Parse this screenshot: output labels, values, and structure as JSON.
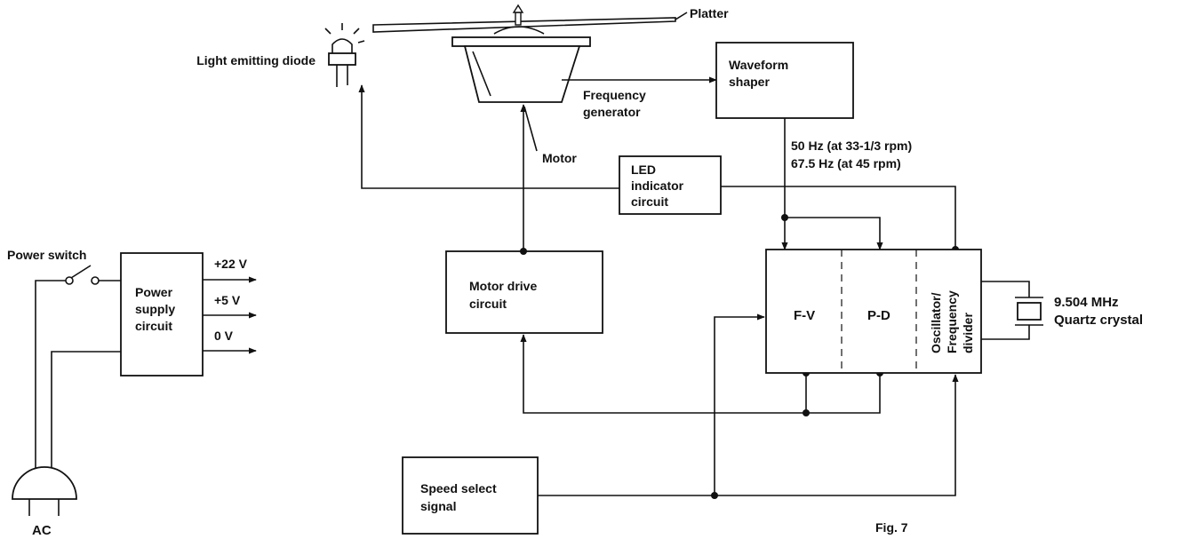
{
  "labels": {
    "platter": "Platter",
    "led": "Light emitting diode",
    "fg_line1": "Frequency",
    "fg_line2": "generator",
    "motor": "Motor",
    "freq_line1": "50 Hz (at 33-1/3 rpm)",
    "freq_line2": "67.5 Hz (at 45 rpm)",
    "power_switch": "Power switch",
    "v22": "+22 V",
    "v5": "+5 V",
    "v0": "0 V",
    "ac": "AC",
    "crystal_freq": "9.504 MHz",
    "crystal_name": "Quartz crystal",
    "fig": "Fig. 7"
  },
  "blocks": {
    "waveform": [
      "Waveform",
      "shaper"
    ],
    "led_ind": [
      "LED",
      "indicator",
      "circuit"
    ],
    "power": [
      "Power",
      "supply",
      "circuit"
    ],
    "motor_drive": [
      "Motor drive",
      "circuit"
    ],
    "speed": [
      "Speed select",
      "signal"
    ],
    "fv": "F-V",
    "pd": "P-D",
    "osc": [
      "Oscillator/",
      "Frequency",
      "divider"
    ]
  }
}
